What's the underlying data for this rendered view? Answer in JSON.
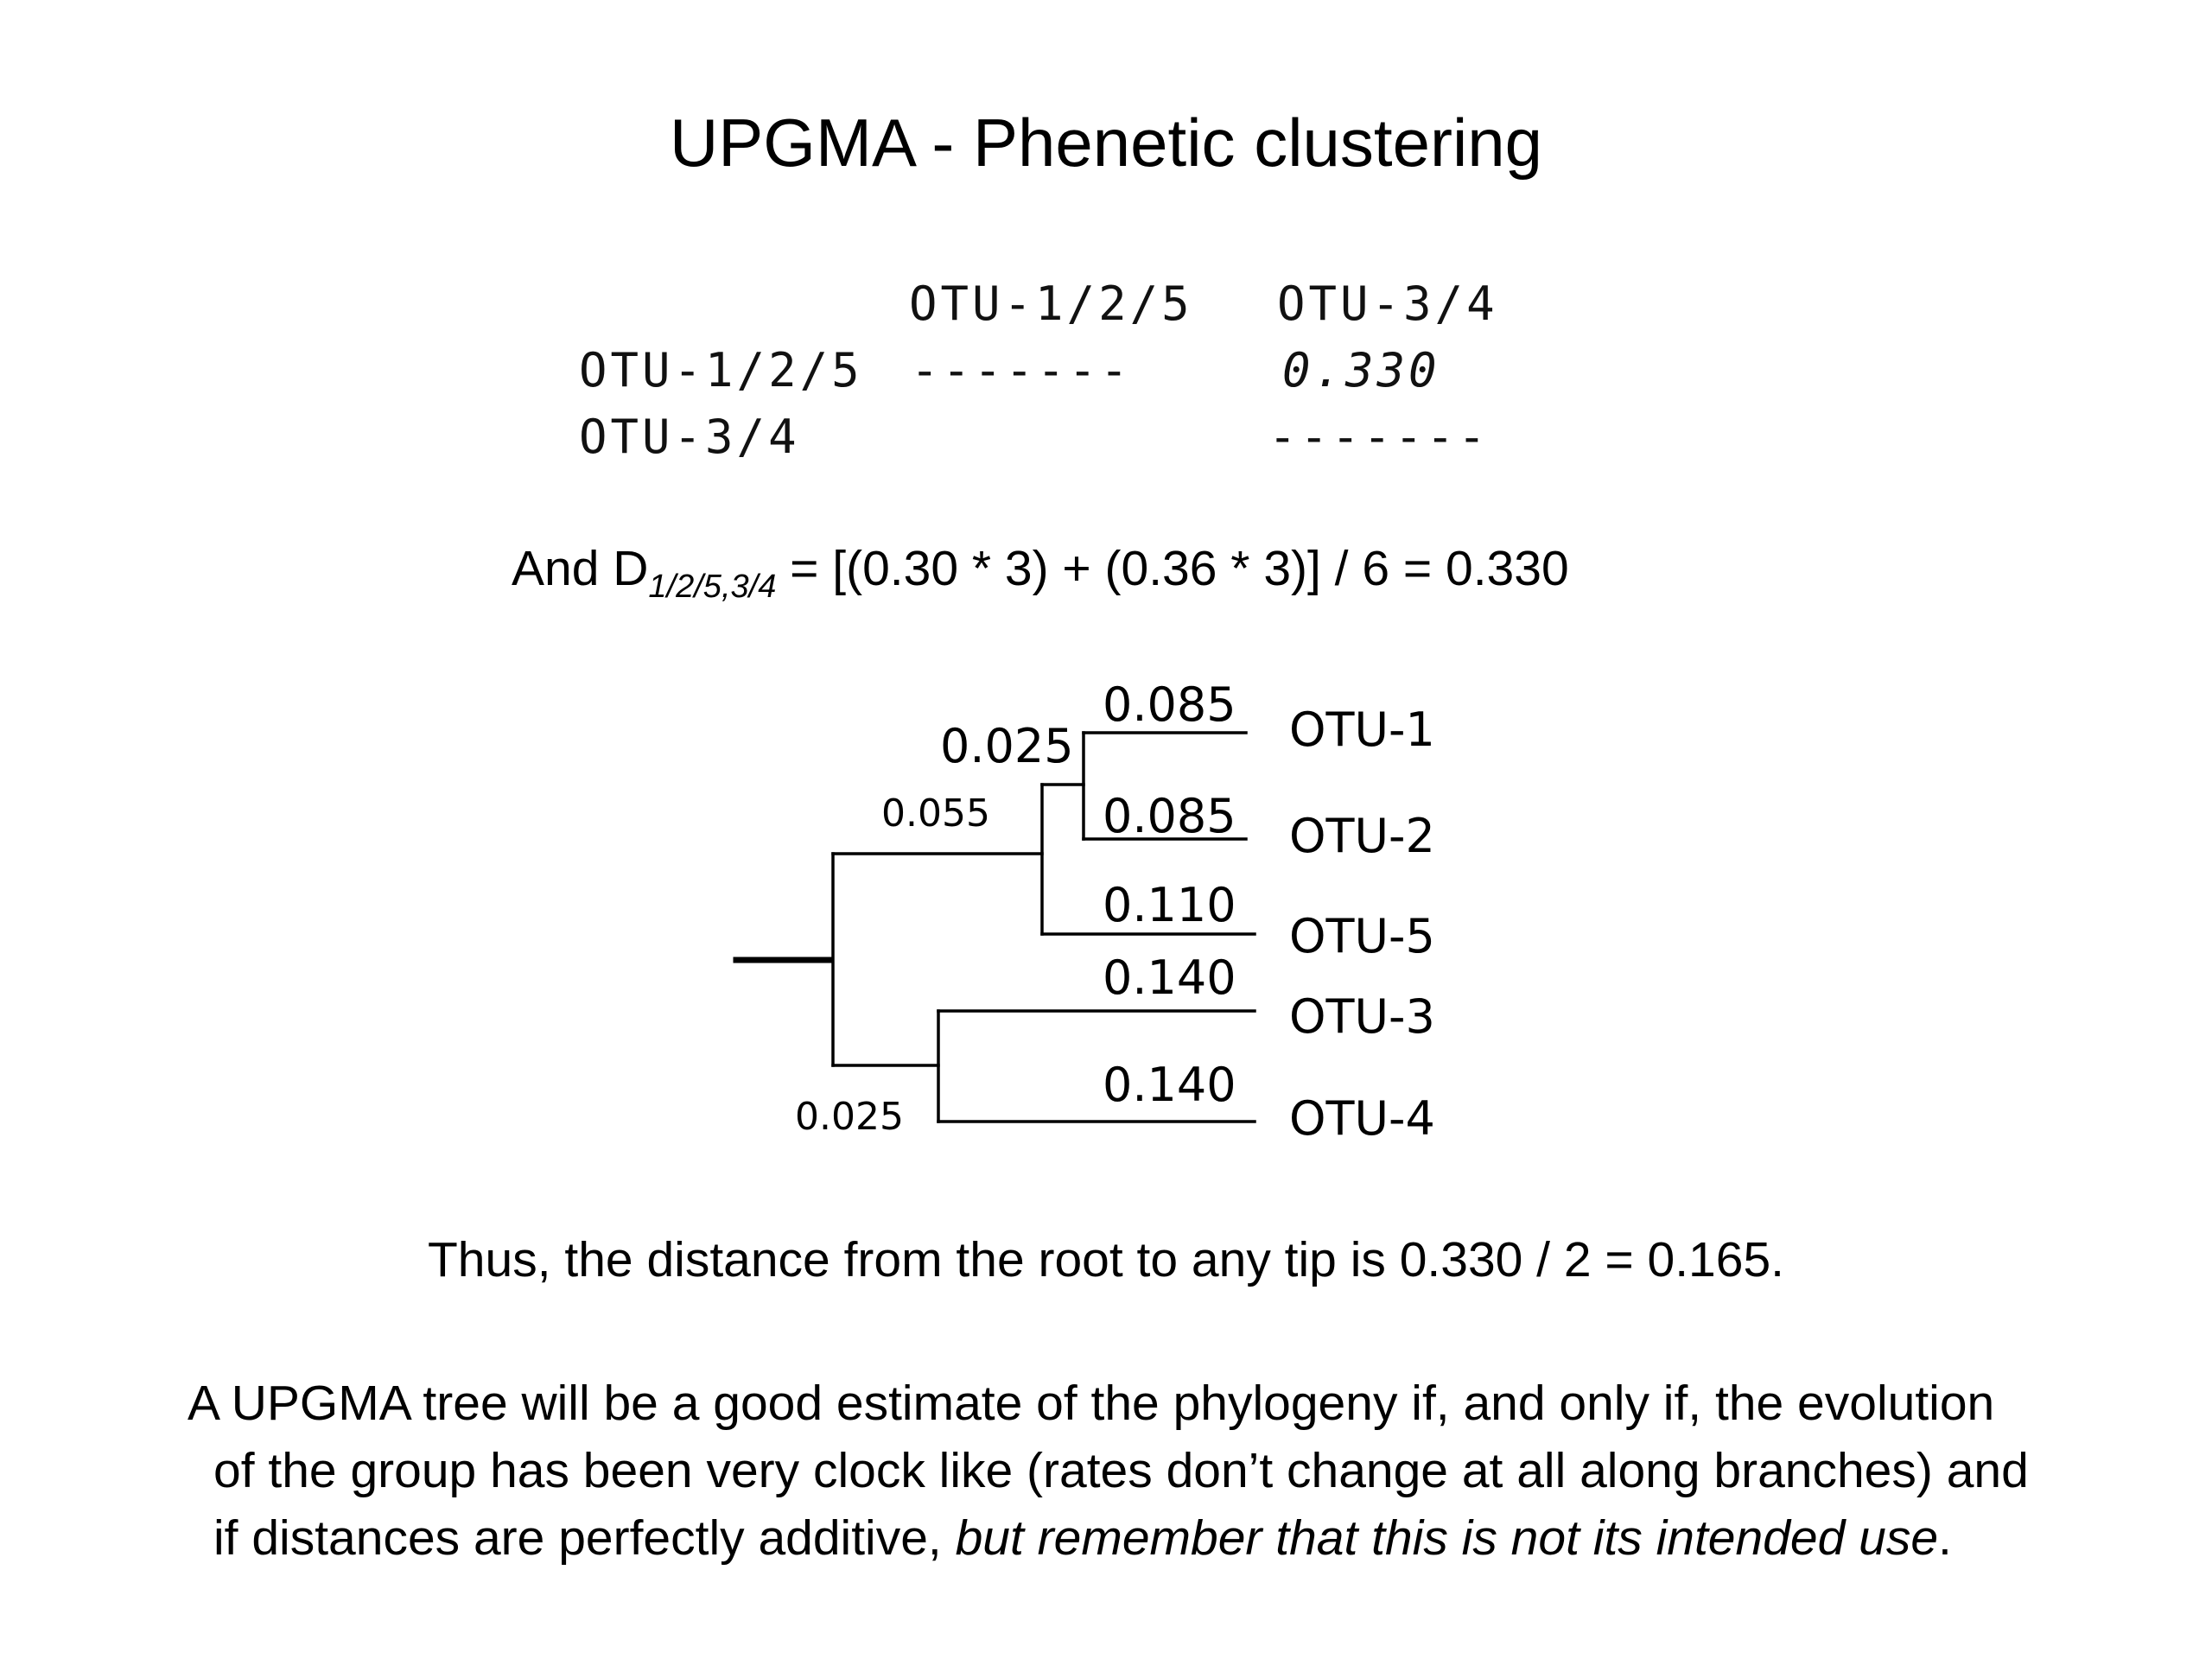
{
  "title": "UPGMA - Phenetic clustering",
  "matrix": {
    "col_headers": [
      "OTU-1/2/5",
      "OTU-3/4"
    ],
    "rows": [
      {
        "label": "OTU-1/2/5",
        "cells": [
          "-------",
          "0.330"
        ]
      },
      {
        "label": "OTU-3/4",
        "cells": [
          "",
          "-------"
        ]
      }
    ]
  },
  "formula": {
    "prefix": "And D",
    "subscript": "1/2/5,3/4",
    "rest": " = [(0.30 * 3) + (0.36 * 3)] / 6 = 0.330"
  },
  "tree": {
    "tips": [
      "OTU-1",
      "OTU-2",
      "OTU-5",
      "OTU-3",
      "OTU-4"
    ],
    "branch_labels": {
      "otu1": "0.085",
      "otu2": "0.085",
      "clade12": "0.025",
      "otu5": "0.110",
      "clade125": "0.055",
      "otu3": "0.140",
      "otu4": "0.140",
      "clade34": "0.025"
    }
  },
  "conclusion": "Thus, the distance from the root to any tip is 0.330 / 2 = 0.165.",
  "paragraph": {
    "line1": "A UPGMA tree will be a good estimate of the phylogeny if, and only if,  the evolution",
    "line2": "of the group has been very clock like (rates don’t change at all along branches) and",
    "line3_plain": "if distances are perfectly additive, ",
    "line3_italic": "but remember that this is not its intended use",
    "line3_end": "."
  }
}
